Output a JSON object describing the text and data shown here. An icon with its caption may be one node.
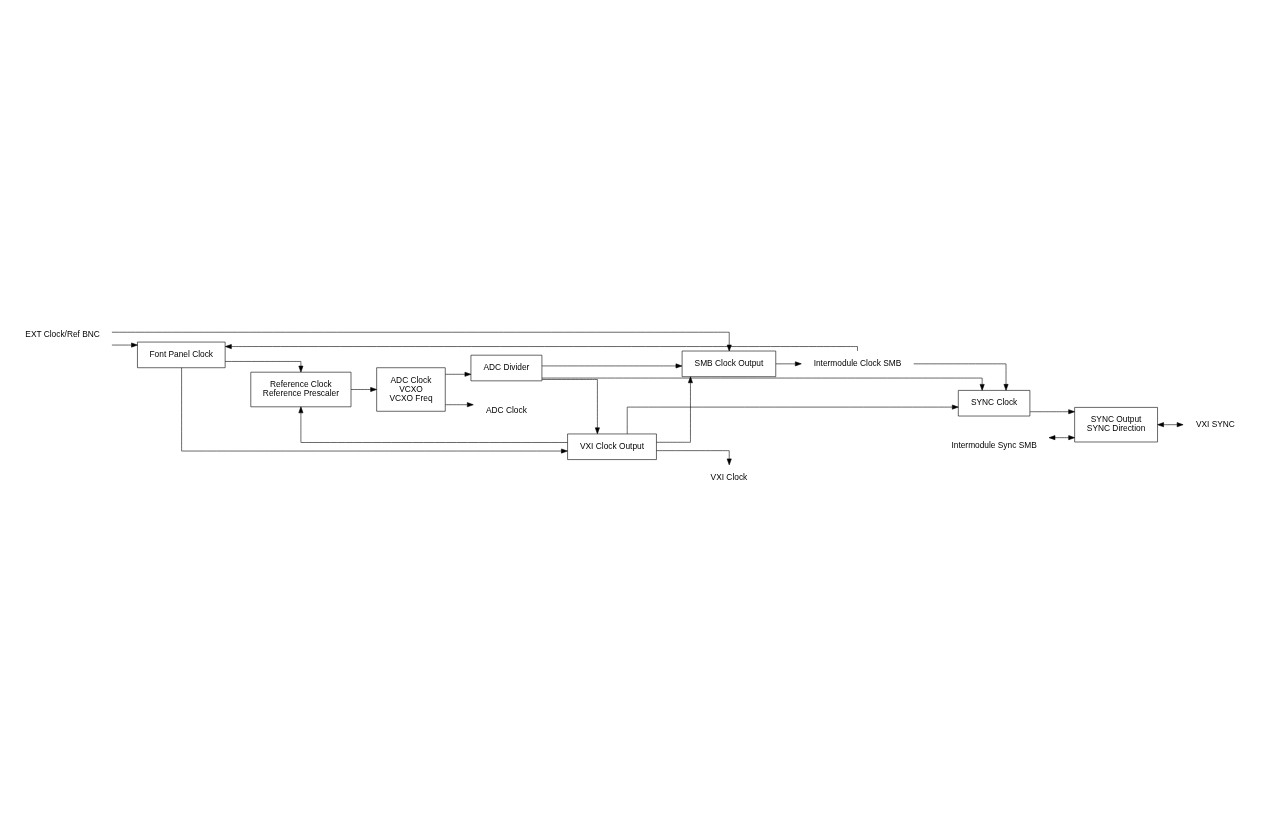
{
  "diagram": {
    "nodes": [
      {
        "text": [
          "EXT Clock/Ref BNC"
        ]
      },
      {
        "text": [
          "Intermodule Clock SMB"
        ]
      },
      {
        "text": [
          "Font Panel Clock"
        ]
      },
      {
        "text": [
          "SMB Clock Output"
        ]
      },
      {
        "text": [
          "Reference Clock",
          "Reference Prescaler"
        ]
      },
      {
        "text": [
          "VXI Clock Output"
        ]
      },
      {
        "text": [
          "VXI Clock"
        ]
      },
      {
        "text": [
          "ADC Clock",
          "VCXO",
          "VCXO Freq"
        ]
      },
      {
        "text": [
          "ADC Clock"
        ]
      },
      {
        "text": [
          "ADC Divider"
        ]
      },
      {
        "text": [
          "SYNC Clock"
        ]
      },
      {
        "text": [
          "SYNC Output",
          "SYNC Direction"
        ]
      },
      {
        "text": [
          "Intermodule Sync SMB"
        ]
      },
      {
        "text": [
          "VXI SYNC"
        ]
      }
    ],
    "edges": [
      {
        "from": 0,
        "to": 2,
        "arrow": "to"
      },
      {
        "from": 0,
        "to": 3,
        "arrow": "to"
      },
      {
        "from": 1,
        "to": 2,
        "arrow": "to"
      },
      {
        "from": 1,
        "to": 10,
        "arrow": "to"
      },
      {
        "from": 3,
        "to": 1,
        "arrow": "to"
      },
      {
        "from": 2,
        "to": 5,
        "arrow": "to"
      },
      {
        "from": 2,
        "to": 4,
        "arrow": "to"
      },
      {
        "from": 5,
        "to": 6,
        "arrow": "to"
      },
      {
        "from": 5,
        "to": 4,
        "arrow": "to"
      },
      {
        "from": 5,
        "to": 3,
        "arrow": "to"
      },
      {
        "from": 5,
        "to": 10,
        "arrow": "to"
      },
      {
        "from": 4,
        "to": 7,
        "arrow": "to"
      },
      {
        "from": 7,
        "to": 8,
        "arrow": "to"
      },
      {
        "from": 7,
        "to": 9,
        "arrow": "to"
      },
      {
        "from": 9,
        "to": 3,
        "arrow": "to"
      },
      {
        "from": 9,
        "to": 5,
        "arrow": "to"
      },
      {
        "from": 9,
        "to": 10,
        "arrow": "to"
      },
      {
        "from": 10,
        "to": 11,
        "arrow": "to"
      },
      {
        "from": 12,
        "to": 11,
        "arrow": "both"
      },
      {
        "from": 11,
        "to": 13,
        "arrow": "both"
      }
    ]
  }
}
